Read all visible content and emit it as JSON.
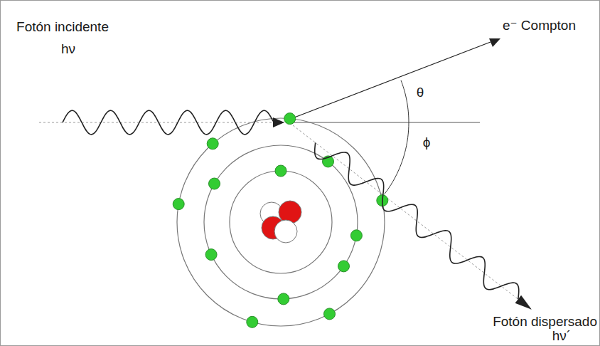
{
  "diagram": {
    "labels": [
      "Fotón incidente",
      "hν",
      "e⁻ Compton",
      "θ",
      "ϕ",
      "Fotón dispersado",
      "hν´"
    ]
  }
}
